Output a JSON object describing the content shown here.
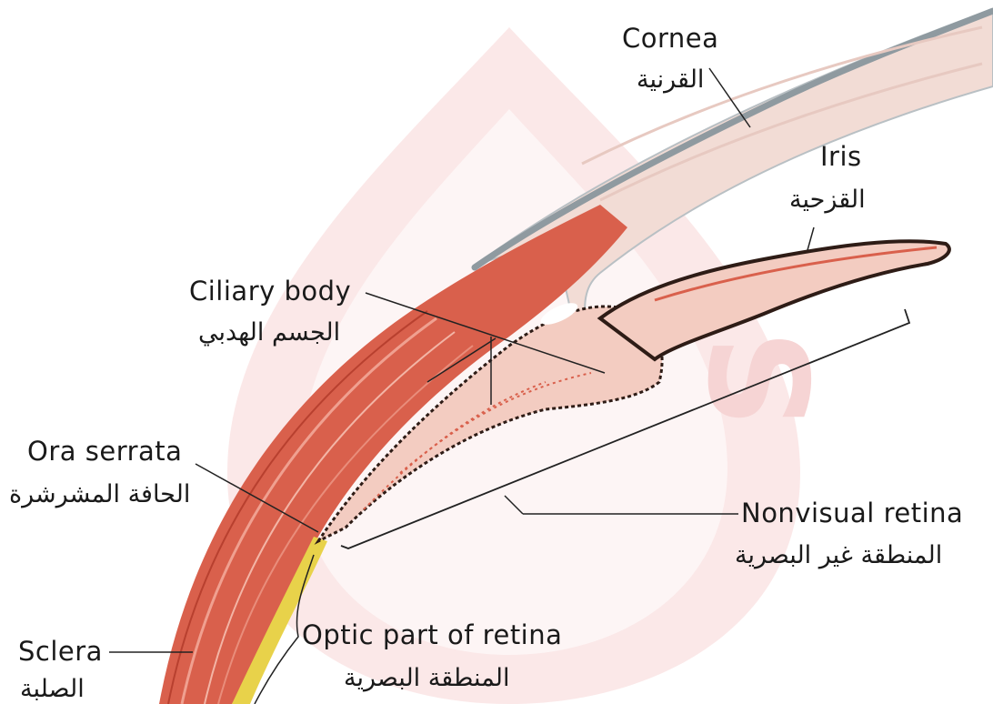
{
  "labels": {
    "cornea": {
      "en": "Cornea",
      "ar": "القرنية"
    },
    "iris": {
      "en": "Iris",
      "ar": "القزحية"
    },
    "ciliary_body": {
      "en": "Ciliary body",
      "ar": "الجسم الهدبي"
    },
    "ora_serrata": {
      "en": "Ora serrata",
      "ar": "الحافة المشرشرة"
    },
    "nonvisual_retina": {
      "en": "Nonvisual retina",
      "ar": "المنطقة غير البصرية"
    },
    "optic_retina": {
      "en": "Optic part of retina",
      "ar": "المنطقة البصرية"
    },
    "sclera": {
      "en": "Sclera",
      "ar": "الصلبة"
    }
  },
  "colors": {
    "muscle": "#d9604c",
    "muscle_dark": "#b8402f",
    "tissue_light": "#f3ccc1",
    "cornea": "#f1dcd6",
    "cornea_edge": "#9aa3a8",
    "retina_yellow": "#e8d24a",
    "pigment": "#2e1c16",
    "watermark": "#fbe2e2",
    "text": "#1a1a1a"
  }
}
